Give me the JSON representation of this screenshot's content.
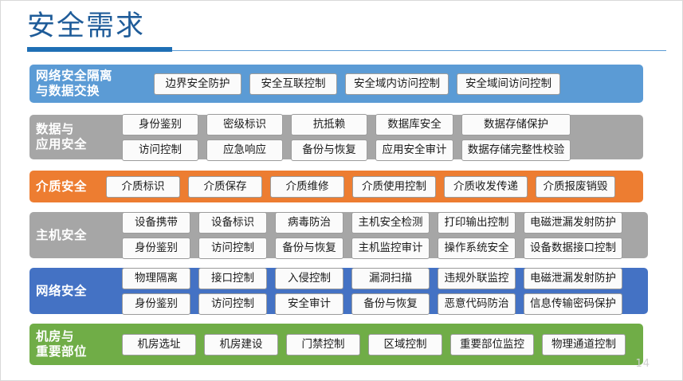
{
  "slide": {
    "title": "安全需求",
    "page_number": "14",
    "accent_color": "#1F6FB5",
    "title_color": "#1F5C99"
  },
  "rows": [
    {
      "label": "网络安全隔离\n与数据交换",
      "color": "#5B9BD5",
      "theme": "row-blue-light",
      "lines": [
        [
          "边界安全防护",
          "安全互联控制",
          "安全域内访问控制",
          "安全域间访问控制"
        ]
      ]
    },
    {
      "label": "数据与\n应用安全",
      "color": "#A6A6A6",
      "theme": "row-gray",
      "lines": [
        [
          "身份鉴别",
          "密级标识",
          "抗抵赖",
          "数据库安全",
          "数据存储保护"
        ],
        [
          "访问控制",
          "应急响应",
          "备份与恢复",
          "应用安全审计",
          "数据存储完整性校验"
        ]
      ]
    },
    {
      "label": "介质安全",
      "color": "#ED7D31",
      "theme": "row-orange",
      "lines": [
        [
          "介质标识",
          "介质保存",
          "介质维修",
          "介质使用控制",
          "介质收发传递",
          "介质报废销毁"
        ]
      ]
    },
    {
      "label": "主机安全",
      "color": "#A6A6A6",
      "theme": "row-gray",
      "lines": [
        [
          "设备携带",
          "设备标识",
          "病毒防治",
          "主机安全检测",
          "打印输出控制",
          "电磁泄漏发射防护"
        ],
        [
          "身份鉴别",
          "访问控制",
          "备份与恢复",
          "主机监控审计",
          "操作系统安全",
          "设备数据接口控制"
        ]
      ]
    },
    {
      "label": "网络安全",
      "color": "#4472C4",
      "theme": "row-blue-dark",
      "lines": [
        [
          "物理隔离",
          "接口控制",
          "入侵控制",
          "漏洞扫描",
          "违规外联监控",
          "电磁泄漏发射防护"
        ],
        [
          "身份鉴别",
          "访问控制",
          "安全审计",
          "备份与恢复",
          "恶意代码防治",
          "信息传输密码保护"
        ]
      ]
    },
    {
      "label": "机房与\n重要部位",
      "color": "#70AD47",
      "theme": "row-green",
      "lines": [
        [
          "机房选址",
          "机房建设",
          "门禁控制",
          "区域控制",
          "重要部位监控",
          "物理通道控制"
        ]
      ]
    }
  ]
}
